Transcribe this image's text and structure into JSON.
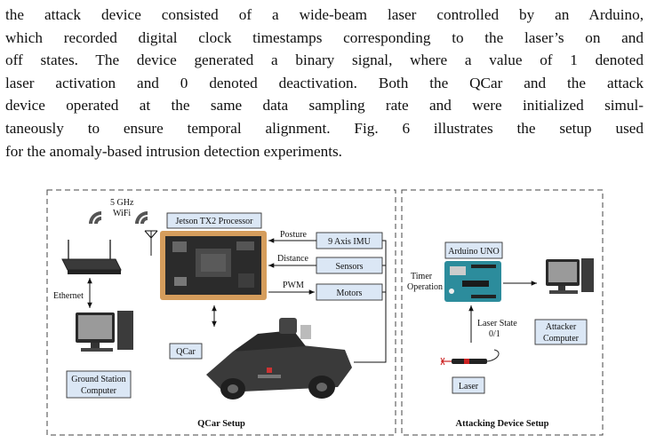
{
  "paragraph": {
    "lines": [
      "the attack device consisted of a wide-beam laser controlled by an Arduino,",
      "which recorded digital clock timestamps corresponding to the laser’s on and",
      "off states. The device generated a binary signal, where a value of 1 denoted",
      "laser activation and 0 denoted deactivation. Both the QCar and the attack",
      "device operated at the same data sampling rate and were initialized simul-",
      "taneously to ensure temporal alignment. Fig. 6 illustrates the setup used",
      "for the anomaly-based intrusion detection experiments."
    ]
  },
  "figure": {
    "qcar_setup": {
      "title": "QCar Setup",
      "wifi_label_line1": "5 GHz",
      "wifi_label_line2": "WiFi",
      "processor_label": "Jetson TX2 Processor",
      "imu_label": "9 Axis IMU",
      "sensors_label": "Sensors",
      "motors_label": "Motors",
      "posture_label": "Posture",
      "distance_label": "Distance",
      "pwm_label": "PWM",
      "ethernet_label": "Ethernet",
      "qcar_label": "QCar",
      "ground_station_line1": "Ground Station",
      "ground_station_line2": "Computer"
    },
    "attack_setup": {
      "title": "Attacking Device Setup",
      "arduino_label": "Arduino UNO",
      "timer_line1": "Timer",
      "timer_line2": "Operation",
      "laser_state_line1": "Laser State",
      "laser_state_line2": "0/1",
      "attacker_line1": "Attacker",
      "attacker_line2": "Computer",
      "laser_label": "Laser"
    }
  }
}
